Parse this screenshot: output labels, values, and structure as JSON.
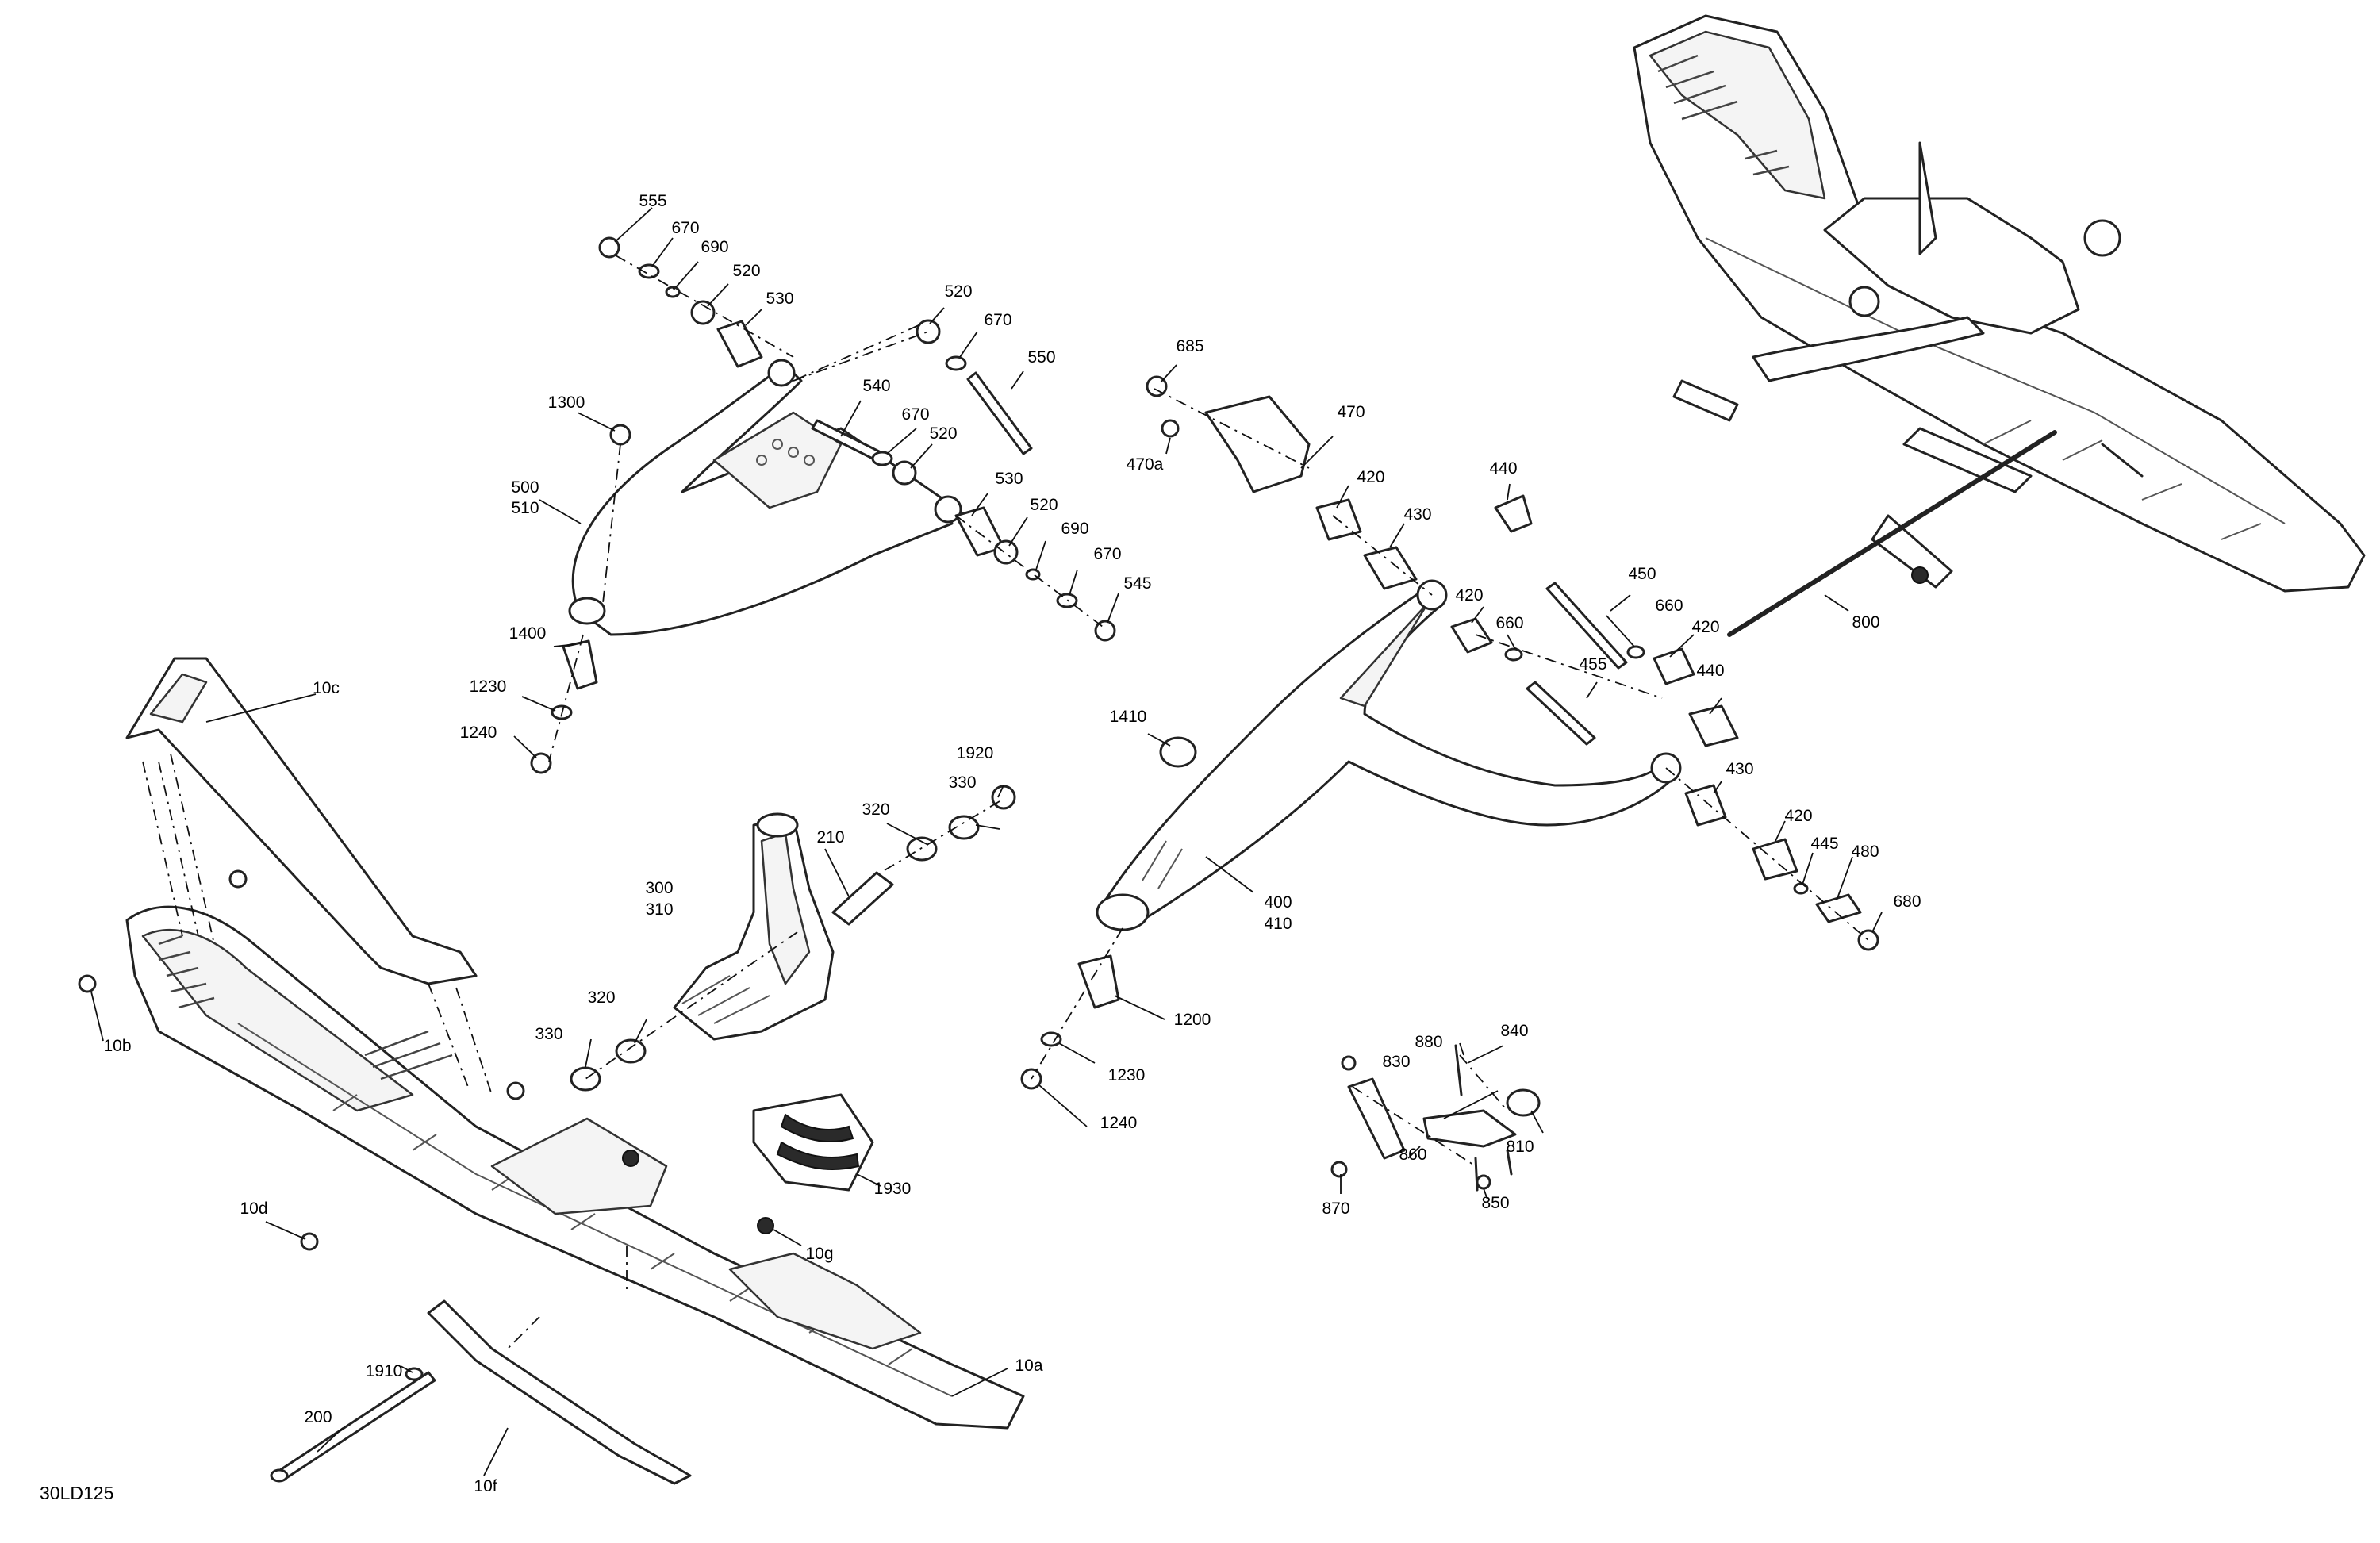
{
  "figure_ref": "30LD125",
  "callouts": {
    "c555": "555",
    "c670a": "670",
    "c690a": "690",
    "c520a": "520",
    "c530a": "530",
    "c520b": "520",
    "c670b": "670",
    "c550": "550",
    "c1300": "1300",
    "c500": "500",
    "c510": "510",
    "c540": "540",
    "c670c": "670",
    "c520c": "520",
    "c530b": "530",
    "c520d": "520",
    "c690b": "690",
    "c670d": "670",
    "c545": "545",
    "c1400": "1400",
    "c1230a": "1230",
    "c1240a": "1240",
    "c685": "685",
    "c470": "470",
    "c470a": "470a",
    "c420a": "420",
    "c430a": "430",
    "c440a": "440",
    "c450": "450",
    "c420b": "420",
    "c660a": "660",
    "c660b": "660",
    "c420c": "420",
    "c455": "455",
    "c1410": "1410",
    "c400": "400",
    "c410": "410",
    "c440b": "440",
    "c430b": "430",
    "c420d": "420",
    "c445": "445",
    "c480": "480",
    "c680": "680",
    "c1200": "1200",
    "c1230b": "1230",
    "c1240b": "1240",
    "c800": "800",
    "c10c": "10c",
    "c10b": "10b",
    "c10d": "10d",
    "c10g": "10g",
    "c10a": "10a",
    "c10f": "10f",
    "c1920": "1920",
    "c330a": "330",
    "c320a": "320",
    "c210": "210",
    "c300": "300",
    "c310": "310",
    "c320b": "320",
    "c330b": "330",
    "c1930": "1930",
    "c1910": "1910",
    "c200": "200",
    "c880": "880",
    "c840": "840",
    "c830": "830",
    "c810": "810",
    "c870": "870",
    "c860": "860",
    "c850": "850"
  }
}
